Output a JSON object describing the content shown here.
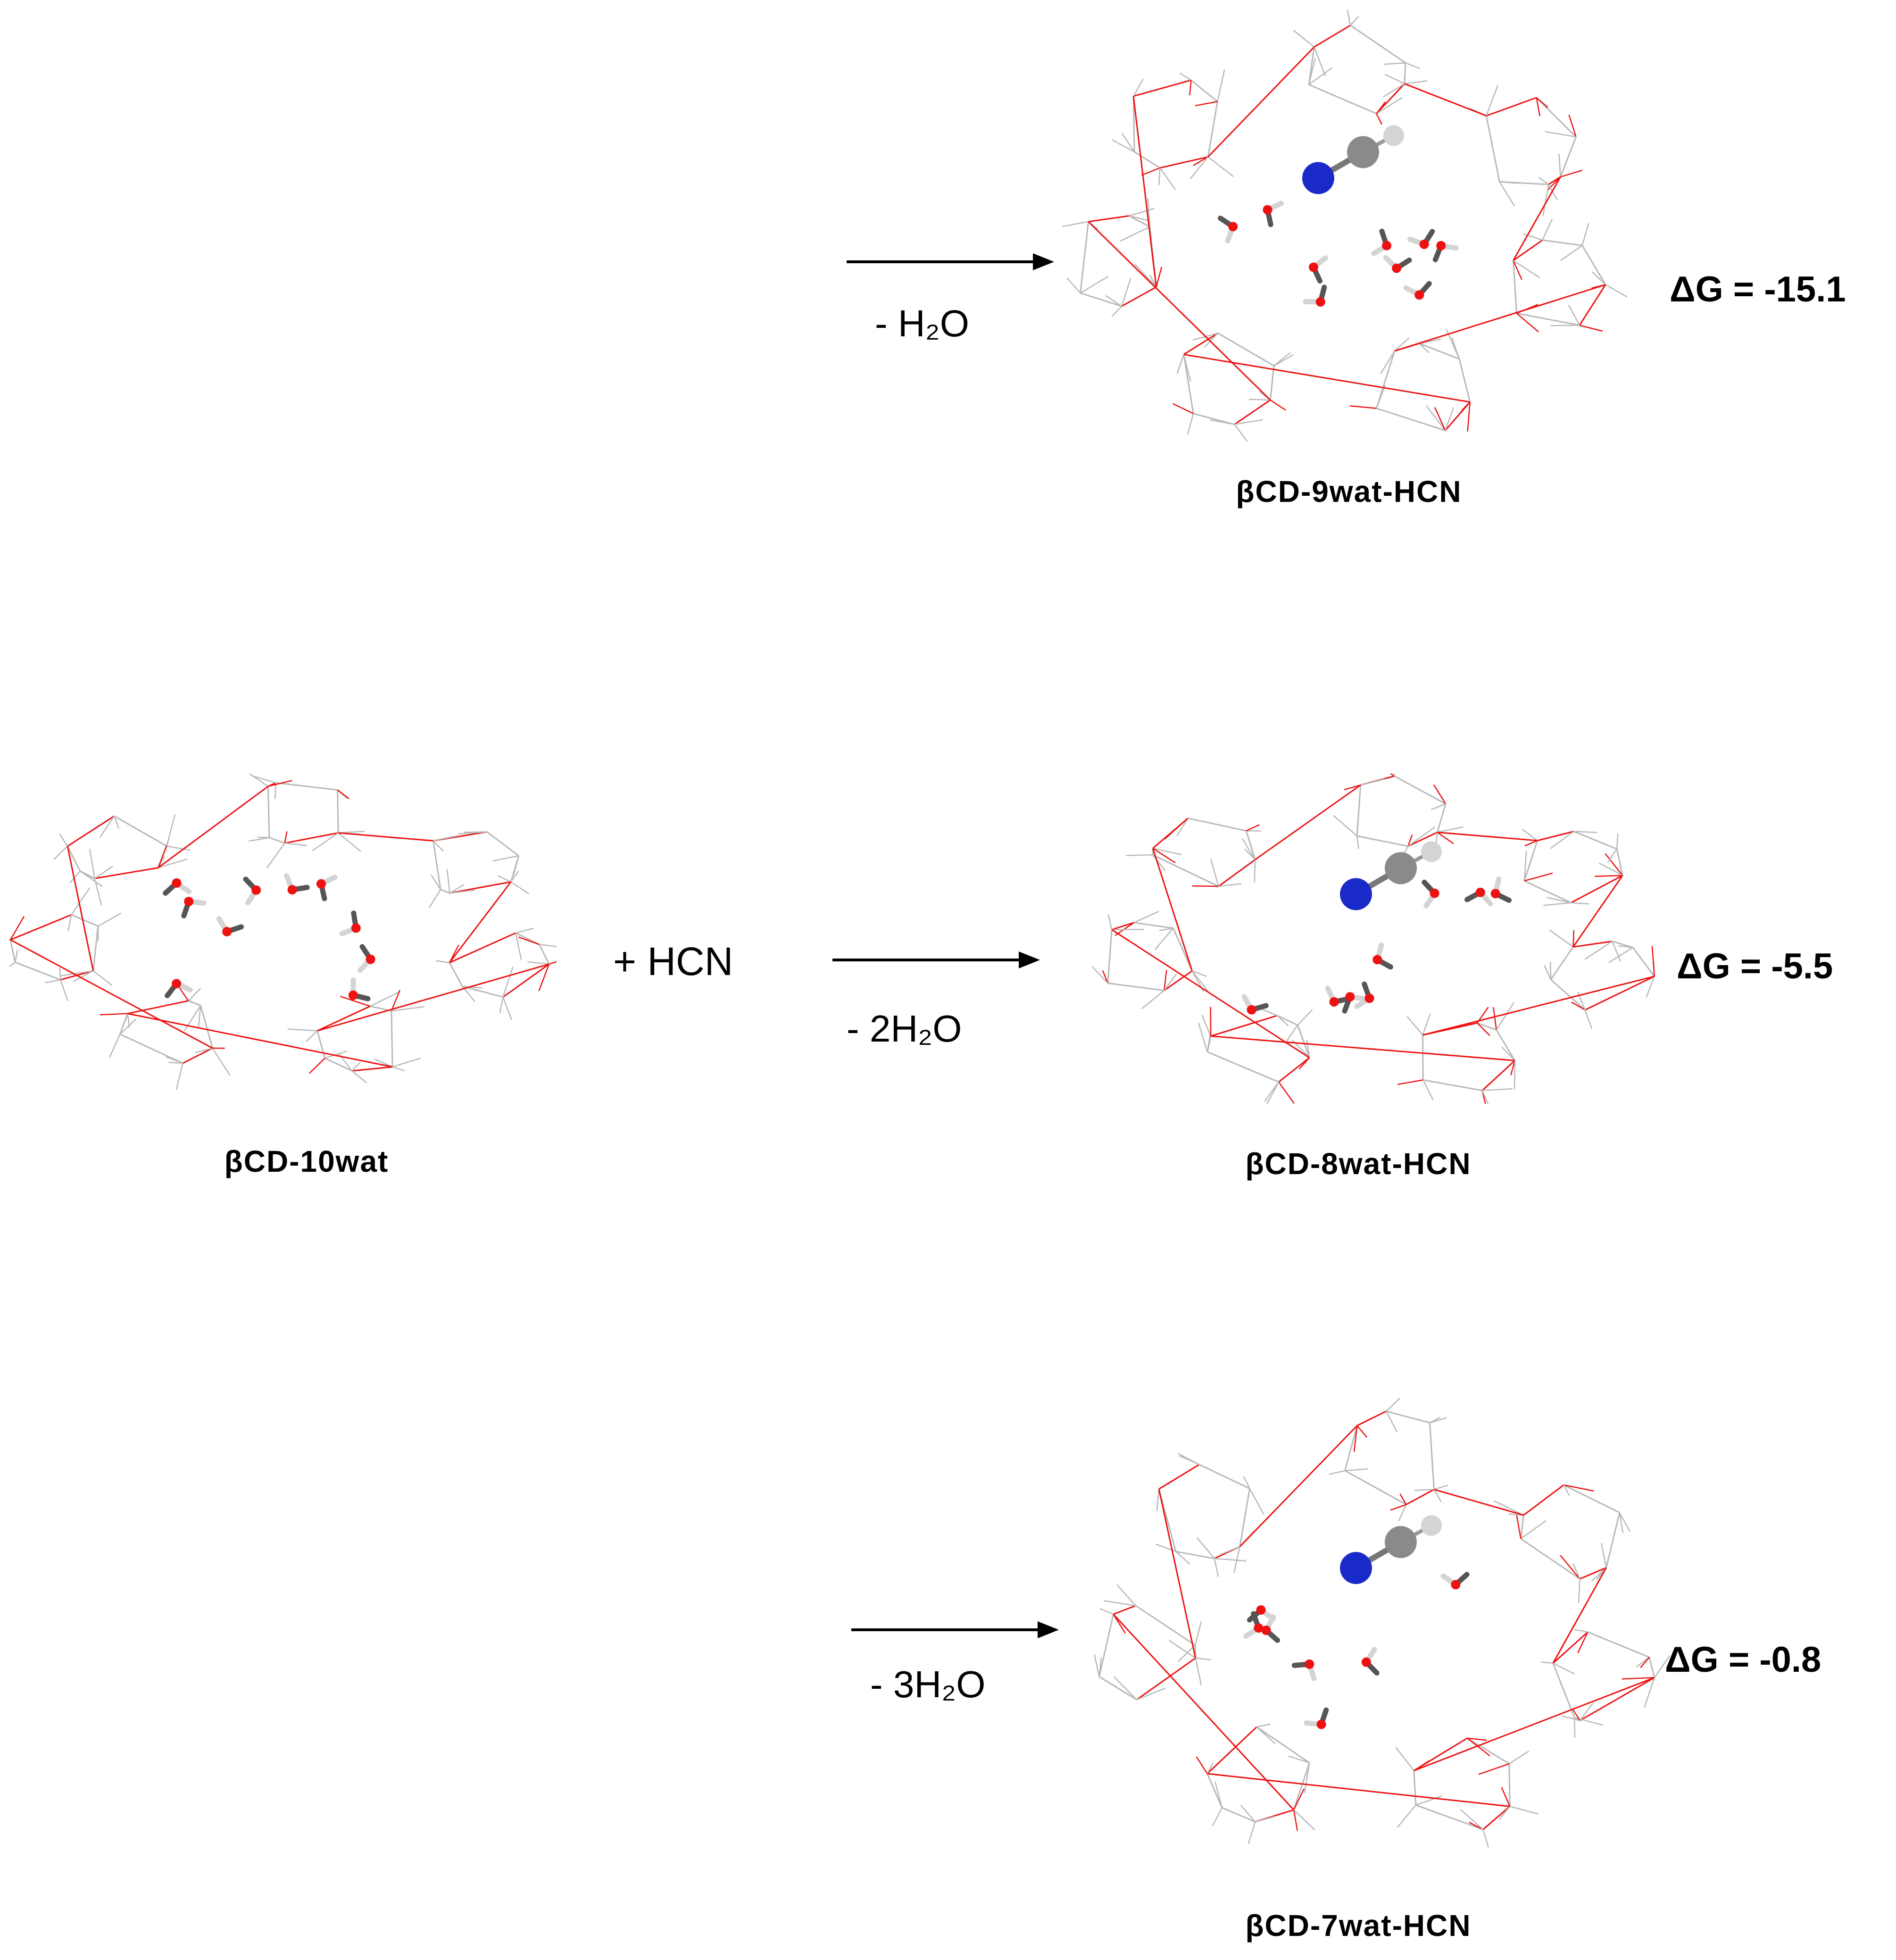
{
  "reactant": {
    "name": "βCD-10wat",
    "reagent": "+  HCN"
  },
  "pathways": [
    {
      "id": "p1",
      "condition": "-  H₂O",
      "product": "βCD-9wat-HCN",
      "dg": "ΔG =  -15.1"
    },
    {
      "id": "p2",
      "condition": "-  2H₂O",
      "product": "βCD-8wat-HCN",
      "dg": "ΔG =  -5.5"
    },
    {
      "id": "p3",
      "condition": "-  3H₂O",
      "product": "βCD-7wat-HCN",
      "dg": "ΔG =  -0.8"
    }
  ],
  "colors": {
    "frame": "#b8b8b8",
    "oxygen": "#ee1111",
    "nitrogen": "#1a2ac8",
    "carbon": "#8a8a8a",
    "hydrogen": "#d4d4d4"
  }
}
